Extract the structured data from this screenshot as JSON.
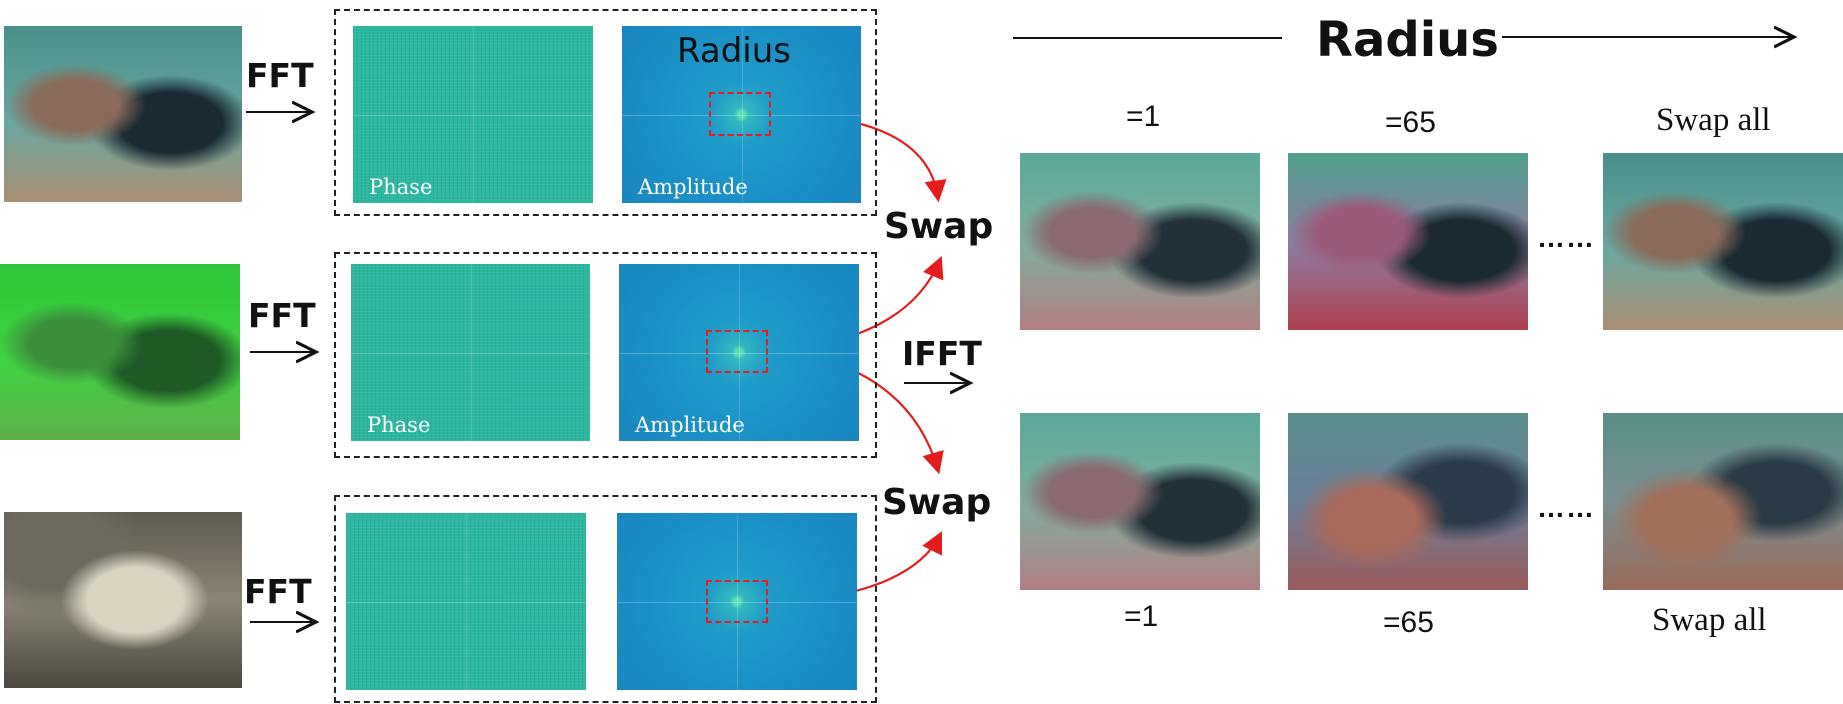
{
  "left": {
    "fft_label": "FFT",
    "ifft_label": "IFFT",
    "swap_label": "Swap",
    "phase_label": "Phase",
    "amplitude_label": "Amplitude",
    "radius_label": "Radius"
  },
  "right": {
    "title": "Radius",
    "top_labels": [
      "=1",
      "=65",
      "Swap all"
    ],
    "bottom_labels": [
      "=1",
      "=65",
      "Swap all"
    ],
    "ellipsis": "……"
  },
  "colors": {
    "arrow_red": "#e51c1c",
    "phase_teal": "#2cb7a0",
    "amplitude_blue": "#1a8fc6"
  }
}
